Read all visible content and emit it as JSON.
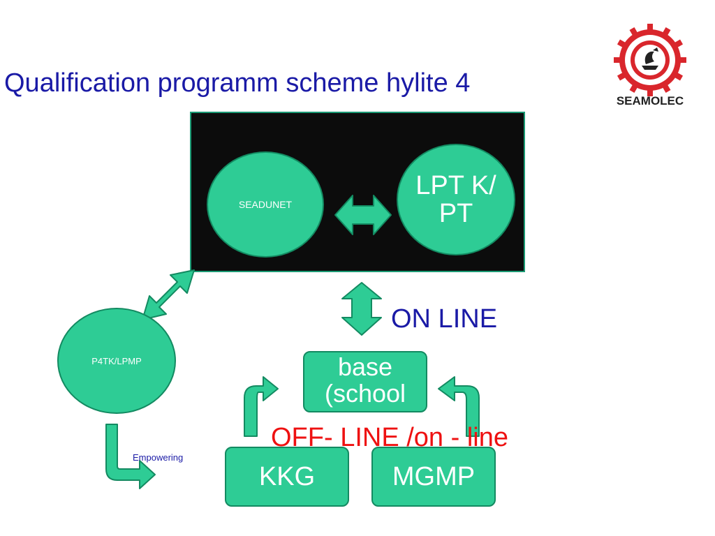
{
  "title": "Qualification programm scheme  hylite 4",
  "logo": {
    "text": "SEAMOLEC"
  },
  "nodes": {
    "seadunet": "SEADUNET",
    "lptk": "LPT K/ PT",
    "p4tk": "P4TK/LPMP",
    "base": "base (school",
    "kkg": "KKG",
    "mgmp": "MGMP"
  },
  "labels": {
    "online": "ON LINE",
    "offline": "OFF- LINE /on - line",
    "empowering": "Empowering"
  },
  "colors": {
    "node_fill": "#2ecc95",
    "node_border": "#138a61",
    "title_blue": "#1a1aa6",
    "offline_red": "#ee1111",
    "panel_black": "#0c0c0c"
  }
}
